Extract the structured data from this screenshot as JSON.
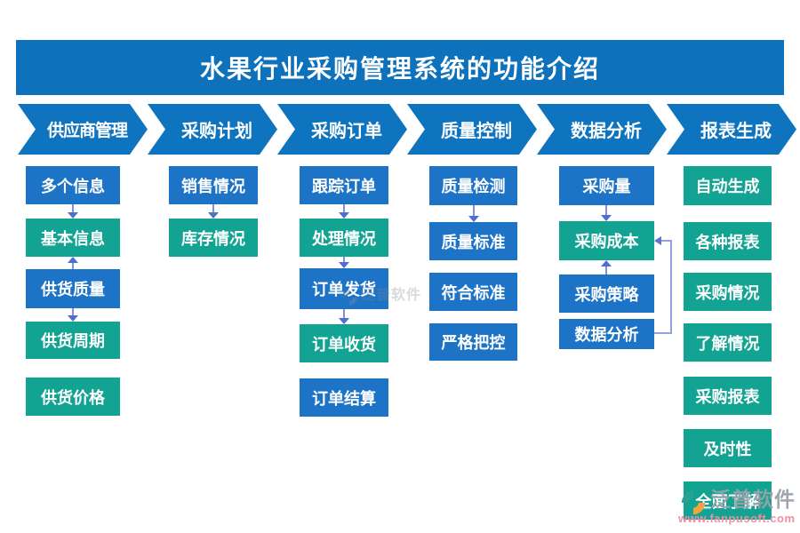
{
  "title": "水果行业采购管理系统的功能介绍",
  "colors": {
    "banner_blue": "#0d71bb",
    "chevron_blue": "#0e74bf",
    "box_blue": "#1d73c6",
    "box_teal": "#12a392",
    "arrow_blue": "#4f6fd0",
    "connector_blue": "#93a2de",
    "watermark_gray": "#9aa1a9",
    "watermark_pink": "#ee8fa4",
    "logo_teal": "#27a293",
    "logo_orange": "#f2a33c"
  },
  "stages": [
    {
      "label": "供应商管理"
    },
    {
      "label": "采购计划"
    },
    {
      "label": "采购订单"
    },
    {
      "label": "质量控制"
    },
    {
      "label": "数据分析"
    },
    {
      "label": "报表生成"
    }
  ],
  "columns": [
    {
      "stage": "供应商管理",
      "boxes": [
        {
          "label": "多个信息",
          "color": "blue"
        },
        {
          "label": "基本信息",
          "color": "teal"
        },
        {
          "label": "供货质量",
          "color": "blue"
        },
        {
          "label": "供货周期",
          "color": "teal"
        },
        {
          "label": "供货价格",
          "color": "teal"
        }
      ]
    },
    {
      "stage": "采购计划",
      "boxes": [
        {
          "label": "销售情况",
          "color": "blue"
        },
        {
          "label": "库存情况",
          "color": "teal"
        }
      ]
    },
    {
      "stage": "采购订单",
      "boxes": [
        {
          "label": "跟踪订单",
          "color": "blue"
        },
        {
          "label": "处理情况",
          "color": "teal"
        },
        {
          "label": "订单发货",
          "color": "blue"
        },
        {
          "label": "订单收货",
          "color": "teal"
        },
        {
          "label": "订单结算",
          "color": "blue"
        }
      ]
    },
    {
      "stage": "质量控制",
      "boxes": [
        {
          "label": "质量检测",
          "color": "blue"
        },
        {
          "label": "质量标准",
          "color": "blue"
        },
        {
          "label": "符合标准",
          "color": "blue"
        },
        {
          "label": "严格把控",
          "color": "blue"
        }
      ]
    },
    {
      "stage": "数据分析",
      "boxes": [
        {
          "label": "采购量",
          "color": "blue"
        },
        {
          "label": "采购成本",
          "color": "teal"
        },
        {
          "label": "采购策略",
          "color": "blue"
        },
        {
          "label": "数据分析",
          "color": "blue"
        }
      ]
    },
    {
      "stage": "报表生成",
      "boxes": [
        {
          "label": "自动生成",
          "color": "teal"
        },
        {
          "label": "各种报表",
          "color": "teal"
        },
        {
          "label": "采购情况",
          "color": "teal"
        },
        {
          "label": "了解情况",
          "color": "teal"
        },
        {
          "label": "采购报表",
          "color": "teal"
        },
        {
          "label": "及时性",
          "color": "teal"
        },
        {
          "label": "全面了解",
          "color": "teal"
        }
      ]
    }
  ],
  "watermark": {
    "brand": "泛普软件",
    "url": "www.fanpusoft.com"
  }
}
